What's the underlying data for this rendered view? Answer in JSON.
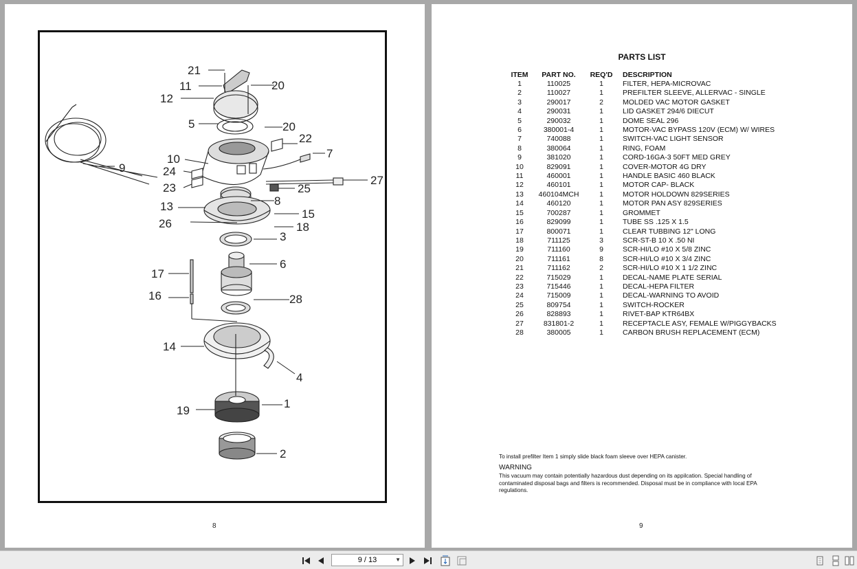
{
  "viewer": {
    "page_indicator": "9 / 13",
    "icons": [
      "first-page-icon",
      "previous-page-icon",
      "next-page-icon",
      "last-page-icon",
      "fit-page-icon",
      "fit-width-icon",
      "single-page-view-icon",
      "continuous-view-icon",
      "two-page-view-icon"
    ]
  },
  "left_page": {
    "page_number": "8",
    "callouts": [
      "21",
      "11",
      "20",
      "12",
      "5",
      "20",
      "22",
      "7",
      "10",
      "9",
      "24",
      "23",
      "27",
      "25",
      "8",
      "13",
      "15",
      "26",
      "18",
      "3",
      "6",
      "17",
      "16",
      "28",
      "14",
      "4",
      "1",
      "19",
      "2"
    ]
  },
  "right_page": {
    "page_number": "9",
    "title": "PARTS LIST",
    "columns": [
      "ITEM",
      "PART NO.",
      "REQ'D",
      "DESCRIPTION"
    ],
    "parts": [
      {
        "item": "1",
        "part_no": "110025",
        "reqd": "1",
        "description": "FILTER, HEPA-MICROVAC"
      },
      {
        "item": "2",
        "part_no": "110027",
        "reqd": "1",
        "description": "PREFILTER SLEEVE, ALLERVAC - SINGLE"
      },
      {
        "item": "3",
        "part_no": "290017",
        "reqd": "2",
        "description": "MOLDED VAC MOTOR GASKET"
      },
      {
        "item": "4",
        "part_no": "290031",
        "reqd": "1",
        "description": "LID GASKET 294/6 DIECUT"
      },
      {
        "item": "5",
        "part_no": "290032",
        "reqd": "1",
        "description": "DOME SEAL 296"
      },
      {
        "item": "6",
        "part_no": "380001-4",
        "reqd": "1",
        "description": "MOTOR-VAC BYPASS 120V (ECM) W/ WIRES"
      },
      {
        "item": "7",
        "part_no": "740088",
        "reqd": "1",
        "description": "SWITCH-VAC LIGHT SENSOR"
      },
      {
        "item": "8",
        "part_no": "380064",
        "reqd": "1",
        "description": "RING, FOAM"
      },
      {
        "item": "9",
        "part_no": "381020",
        "reqd": "1",
        "description": "CORD-16GA-3 50FT MED GREY"
      },
      {
        "item": "10",
        "part_no": "829091",
        "reqd": "1",
        "description": "COVER-MOTOR 4G DRY"
      },
      {
        "item": "11",
        "part_no": "460001",
        "reqd": "1",
        "description": "HANDLE BASIC 460 BLACK"
      },
      {
        "item": "12",
        "part_no": "460101",
        "reqd": "1",
        "description": "MOTOR CAP- BLACK"
      },
      {
        "item": "13",
        "part_no": "460104MCH",
        "reqd": "1",
        "description": "MOTOR HOLDOWN 829SERIES"
      },
      {
        "item": "14",
        "part_no": "460120",
        "reqd": "1",
        "description": "MOTOR PAN ASY 829SERIES"
      },
      {
        "item": "15",
        "part_no": "700287",
        "reqd": "1",
        "description": "GROMMET"
      },
      {
        "item": "16",
        "part_no": "829099",
        "reqd": "1",
        "description": "TUBE SS .125 X 1.5"
      },
      {
        "item": "17",
        "part_no": "800071",
        "reqd": "1",
        "description": "CLEAR TUBBING 12\" LONG"
      },
      {
        "item": "18",
        "part_no": "711125",
        "reqd": "3",
        "description": "SCR-ST-B 10 X .50 NI"
      },
      {
        "item": "19",
        "part_no": "711160",
        "reqd": "9",
        "description": "SCR-HI/LO #10 X 5/8 ZINC"
      },
      {
        "item": "20",
        "part_no": "711161",
        "reqd": "8",
        "description": "SCR-HI/LO #10 X 3/4 ZINC"
      },
      {
        "item": "21",
        "part_no": "711162",
        "reqd": "2",
        "description": "SCR-HI/LO #10 X 1 1/2 ZINC"
      },
      {
        "item": "22",
        "part_no": "715029",
        "reqd": "1",
        "description": "DECAL-NAME PLATE SERIAL"
      },
      {
        "item": "23",
        "part_no": "715446",
        "reqd": "1",
        "description": "DECAL-HEPA FILTER"
      },
      {
        "item": "24",
        "part_no": "715009",
        "reqd": "1",
        "description": "DECAL-WARNING TO AVOID"
      },
      {
        "item": "25",
        "part_no": "809754",
        "reqd": "1",
        "description": "SWITCH-ROCKER"
      },
      {
        "item": "26",
        "part_no": "828893",
        "reqd": "1",
        "description": "RIVET-BAP KTR64BX"
      },
      {
        "item": "27",
        "part_no": "831801-2",
        "reqd": "1",
        "description": "RECEPTACLE ASY, FEMALE W/PIGGYBACKS"
      },
      {
        "item": "28",
        "part_no": "380005",
        "reqd": "1",
        "description": "CARBON BRUSH REPLACEMENT (ECM)"
      }
    ],
    "install_note": "To install prefilter Item 1 simply slide black foam sleeve over HEPA canister.",
    "warning_heading": "WARNING",
    "warning_text": "This vacuum may contain potentially hazardous dust depending on its appilcation. Special handling of contaminated disposal bags and filters is recommended. Disposal must be in compliance with local EPA regulations."
  }
}
